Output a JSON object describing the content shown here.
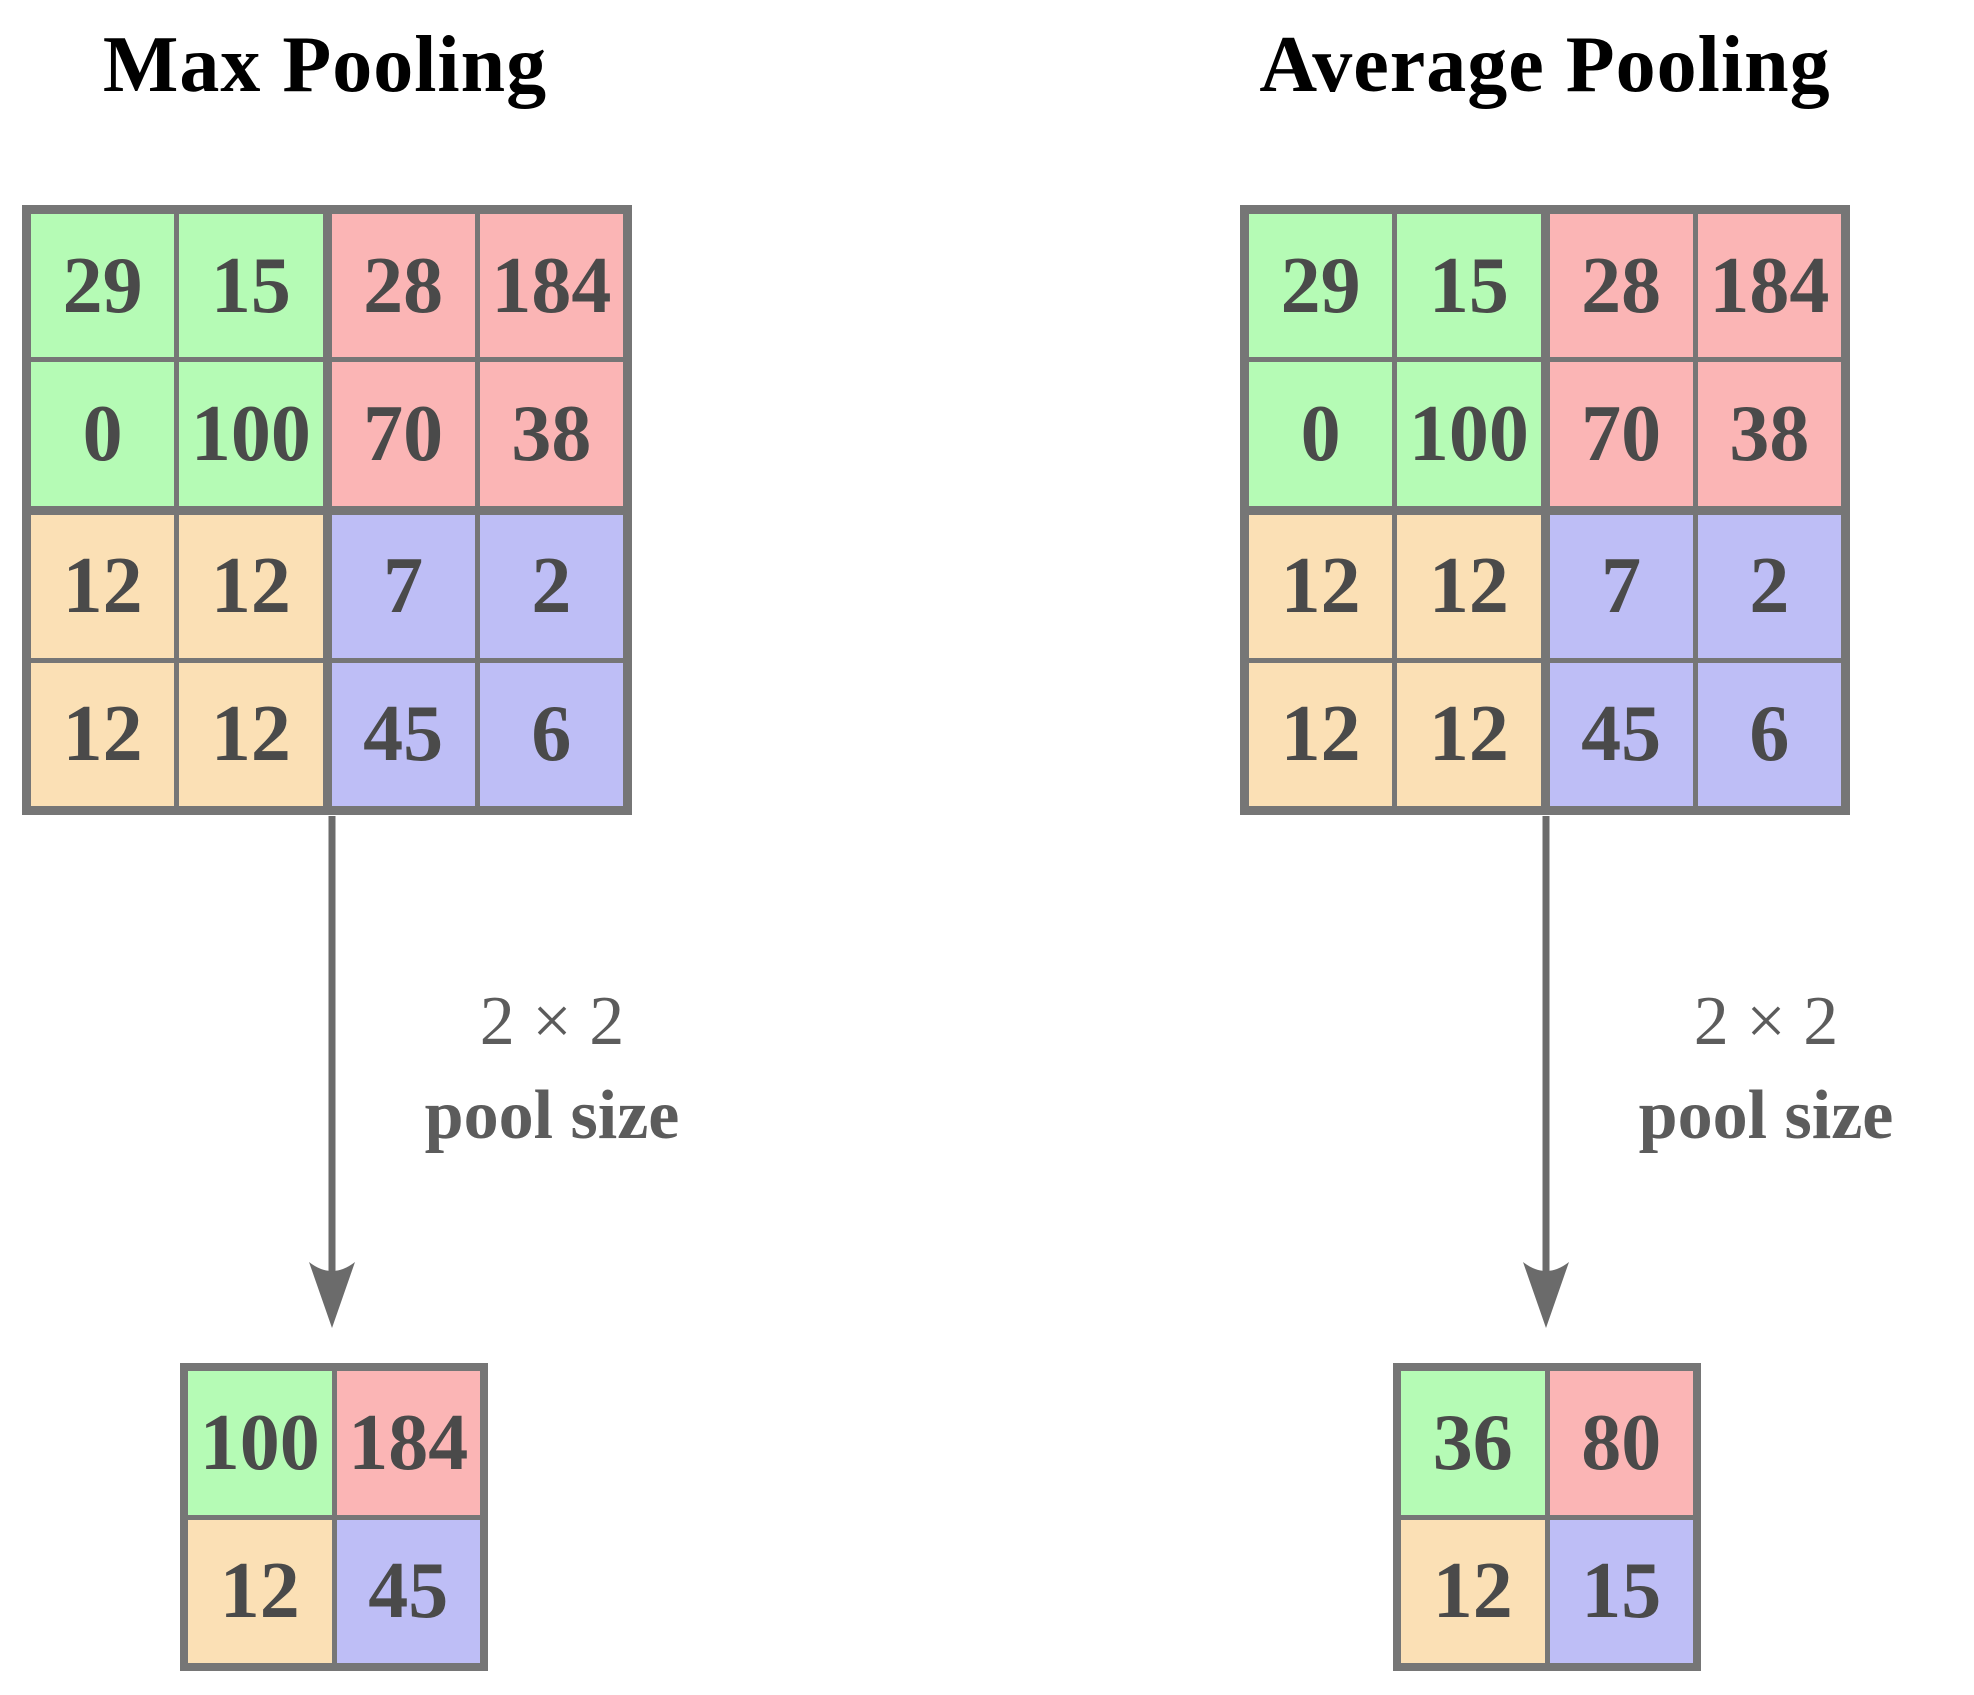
{
  "panels": [
    {
      "title": "Max Pooling",
      "matrix": [
        [
          29,
          15,
          28,
          184
        ],
        [
          0,
          100,
          70,
          38
        ],
        [
          12,
          12,
          7,
          2
        ],
        [
          12,
          12,
          45,
          6
        ]
      ],
      "pool_label": {
        "line1": "2 × 2",
        "line2": "pool size"
      },
      "result": [
        [
          100,
          184
        ],
        [
          12,
          45
        ]
      ]
    },
    {
      "title": "Average Pooling",
      "matrix": [
        [
          29,
          15,
          28,
          184
        ],
        [
          0,
          100,
          70,
          38
        ],
        [
          12,
          12,
          7,
          2
        ],
        [
          12,
          12,
          45,
          6
        ]
      ],
      "pool_label": {
        "line1": "2 × 2",
        "line2": "pool size"
      },
      "result": [
        [
          36,
          80
        ],
        [
          12,
          15
        ]
      ]
    }
  ],
  "colors": {
    "quadrant_top_left": "#b5fbb5",
    "quadrant_top_right": "#fbb5b5",
    "quadrant_bottom_left": "#fbe0b5",
    "quadrant_bottom_right": "#bebef6",
    "grid_border": "#767676",
    "cell_text": "#4a4a4a",
    "arrow": "#6b6b6b",
    "label_text": "#5c5c5c",
    "title_text": "#000000"
  }
}
